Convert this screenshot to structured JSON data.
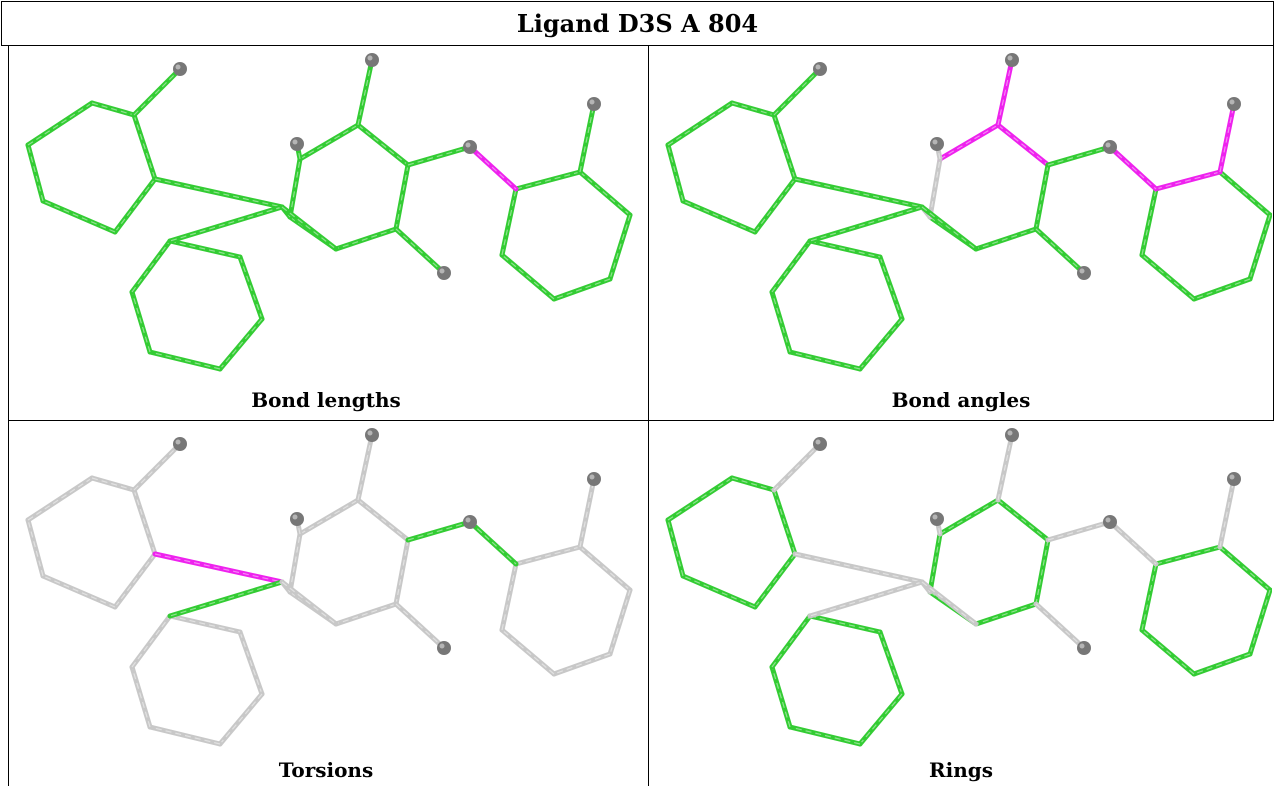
{
  "title": "Ligand D3S A 804",
  "colors": {
    "green": "#33cc33",
    "magenta": "#ee22ee",
    "grey": "#c8c8c8",
    "atom": "#777777"
  },
  "panels": [
    {
      "caption": "Bond lengths"
    },
    {
      "caption": "Bond angles"
    },
    {
      "caption": "Torsions"
    },
    {
      "caption": "Rings"
    }
  ]
}
